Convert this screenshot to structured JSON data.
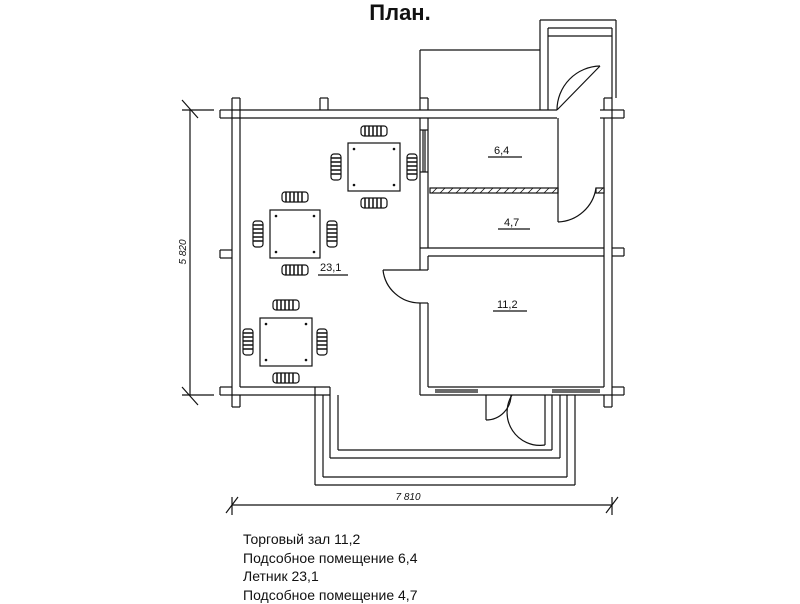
{
  "title": "План.",
  "dimensions": {
    "width": "7 810",
    "height": "5 820"
  },
  "rooms": [
    {
      "label": "23,1"
    },
    {
      "label": "6,4"
    },
    {
      "label": "4,7"
    },
    {
      "label": "11,2"
    }
  ],
  "legend": [
    "Торговый зал 11,2",
    "Подсобное помещение 6,4",
    "Летник 23,1",
    "Подсобное помещение 4,7"
  ]
}
